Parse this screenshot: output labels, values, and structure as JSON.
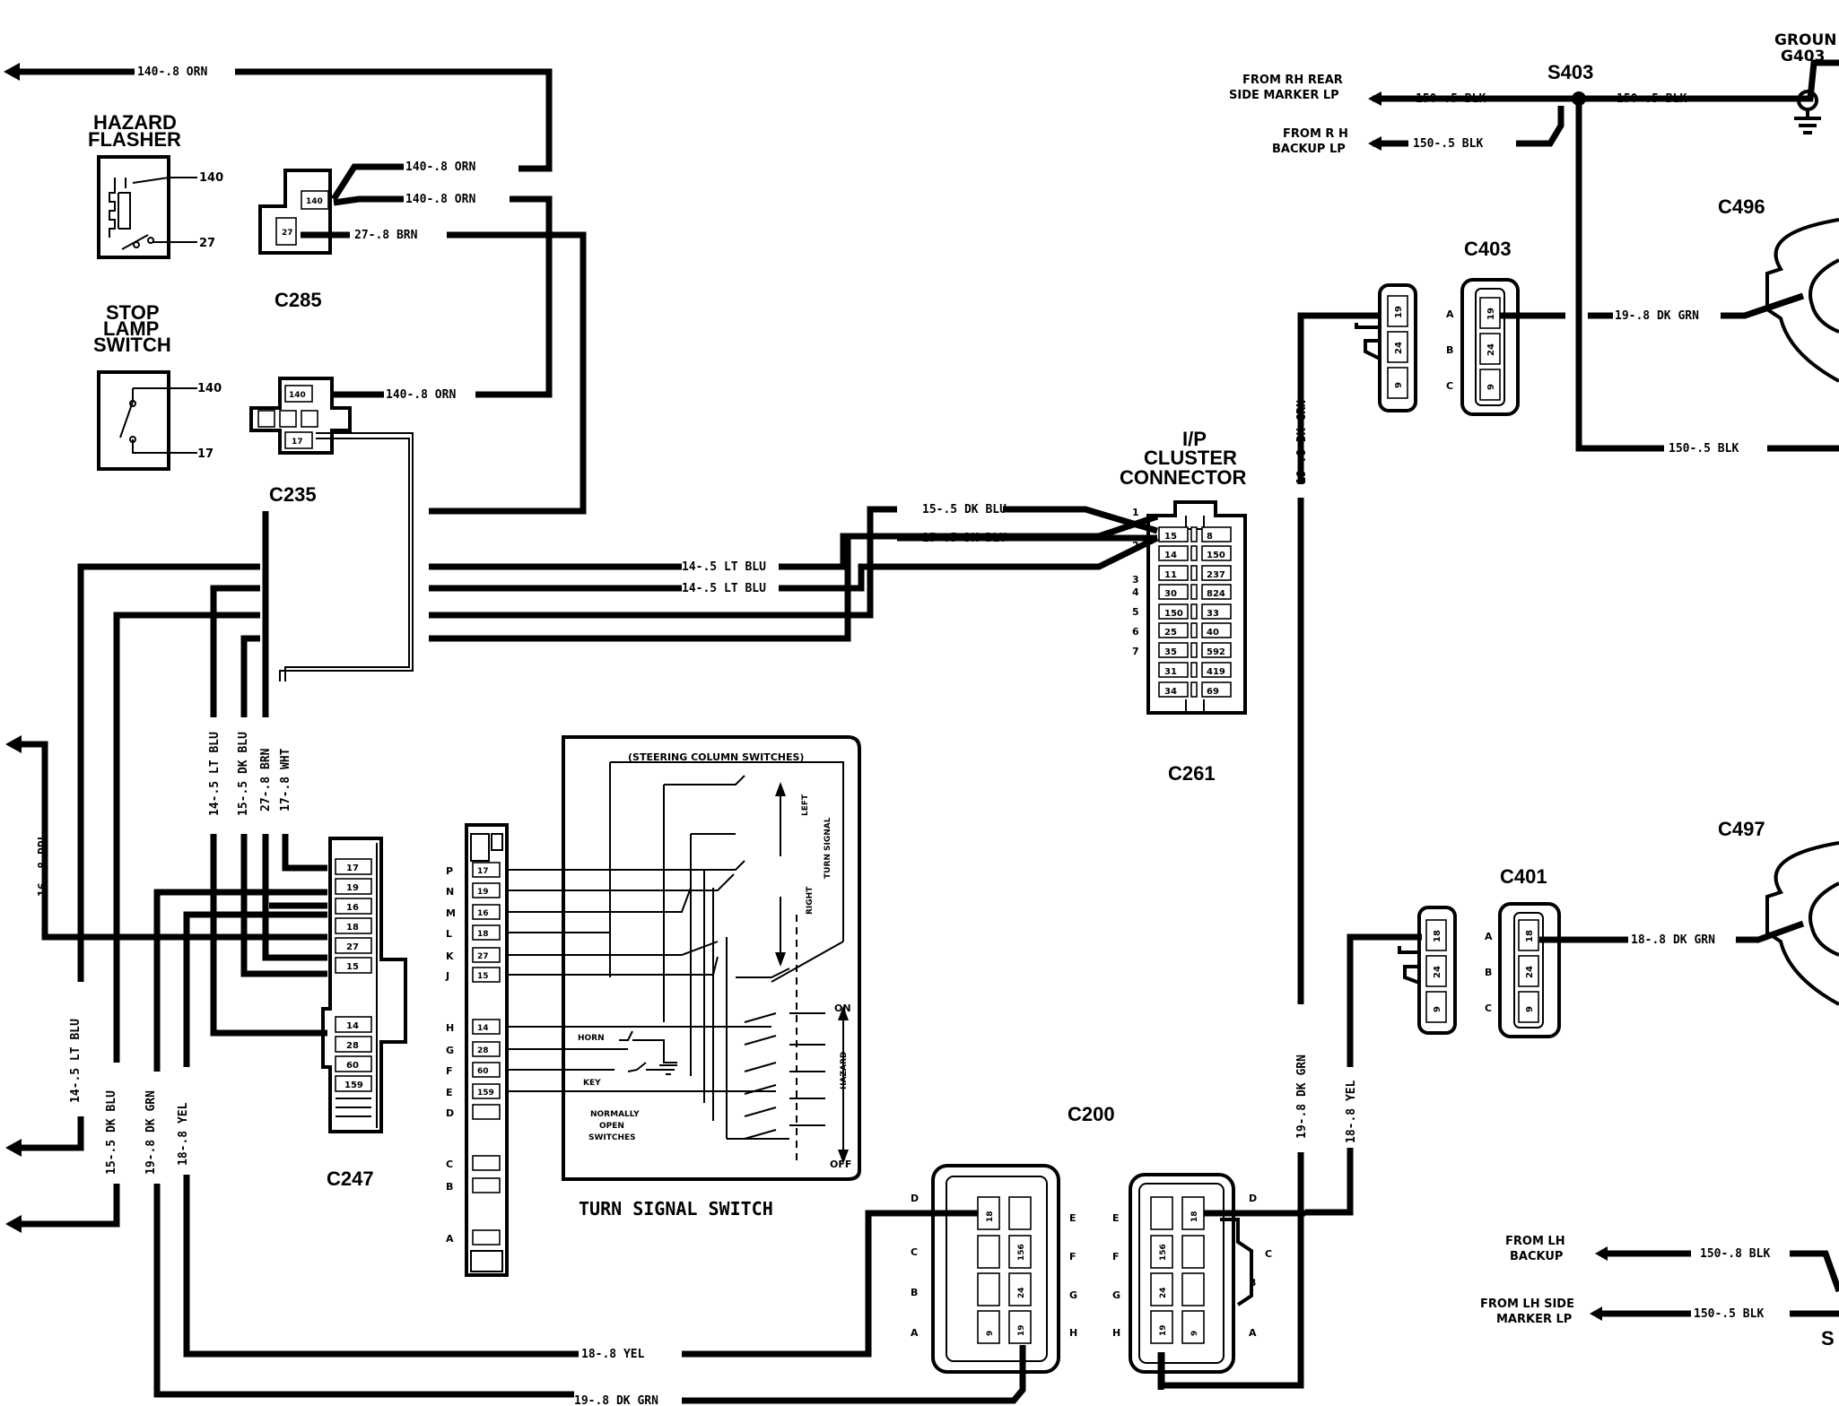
{
  "labels": {
    "hazard_flasher": [
      "HAZARD",
      "FLASHER"
    ],
    "stop_lamp_switch": [
      "STOP",
      "LAMP",
      "SWITCH"
    ],
    "ip_cluster_connector": [
      "I/P",
      "CLUSTER",
      "CONNECTOR"
    ],
    "turn_signal_switch": "TURN SIGNAL SWITCH",
    "steering_column_switches": "(STEERING COLUMN SWITCHES)",
    "normally_open": [
      "NORMALLY",
      "OPEN",
      "SWITCHES"
    ],
    "horn": "HORN",
    "key": "KEY",
    "left": "LEFT",
    "right": "RIGHT",
    "turn_signal": "TURN SIGNAL",
    "hazard": "HAZARD",
    "on": "ON",
    "off": "OFF",
    "ground": [
      "GROUN",
      "G403"
    ],
    "from_rh_rear": [
      "FROM RH REAR",
      "SIDE MARKER LP"
    ],
    "from_rh_backup": [
      "FROM R H",
      "BACKUP LP"
    ],
    "from_lh_backup": [
      "FROM LH",
      "BACKUP"
    ],
    "from_lh_side": [
      "FROM LH SIDE",
      "MARKER LP"
    ]
  },
  "connectors": {
    "c285": "C285",
    "c235": "C235",
    "c247": "C247",
    "c261": "C261",
    "c200": "C200",
    "c403": "C403",
    "c401": "C401",
    "c496": "C496",
    "c497": "C497",
    "s403": "S403",
    "s_bottom": "S"
  },
  "wires": {
    "w140_top": "140-.8 ORN",
    "w140_a": "140-.8 ORN",
    "w140_b": "140-.8 ORN",
    "w27": "27-.8 BRN",
    "w140_c": "140-.8 ORN",
    "w15a": "15-.5 DK BLU",
    "w15b": "15-.5 DK BLU",
    "w14a": "14-.5 LT BLU",
    "w14b": "14-.5 LT BLU",
    "v14": "14-.5 LT BLU",
    "v15": "15-.5 DK BLU",
    "v27": "27-.8 BRN",
    "v17": "17-.8 WHT",
    "v16ppl": "16-.8 PPL",
    "v14b": "14-.5 LT BLU",
    "v15b": "15-.5 DK BLU",
    "v19": "19-.8 DK GRN",
    "v18": "18-.8 YEL",
    "w18yel": "18-.8 YEL",
    "w19grn": "19-.8 DK GRN",
    "w150a": "150-.5 BLK",
    "w150b": "150-.5 BLK",
    "w150c": "150-.5 BLK",
    "w150d": "150-.5 BLK",
    "w19c403": "19-.8 DK GRN",
    "v19r1": "19-.8 DK GRN",
    "v19r2": "19-.8 DK GRN",
    "v18r": "18-.8 YEL",
    "w18c401": "18-.8 DK GRN",
    "w150lh1": "150-.8 BLK",
    "w150lh2": "150-.5 BLK"
  },
  "pins": {
    "flasher": [
      "140",
      "27"
    ],
    "stop": [
      "140",
      "17"
    ],
    "c285": [
      "140",
      "27"
    ],
    "c235": [
      "140",
      "17"
    ],
    "c247": [
      "17",
      "19",
      "16",
      "18",
      "27",
      "15",
      "14",
      "28",
      "60",
      "159"
    ],
    "tss_letters": [
      "P",
      "N",
      "M",
      "L",
      "K",
      "J",
      "H",
      "G",
      "F",
      "E",
      "D",
      "C",
      "B",
      "A"
    ],
    "tss_nums": [
      "17",
      "19",
      "16",
      "18",
      "27",
      "15",
      "14",
      "28",
      "60",
      "159"
    ],
    "c261_rows": [
      "1",
      "2",
      "3",
      "4",
      "5",
      "6",
      "7"
    ],
    "c261_left": [
      "15",
      "14",
      "11",
      "30",
      "150",
      "25",
      "35",
      "31",
      "34"
    ],
    "c261_right": [
      "8",
      "150",
      "237",
      "824",
      "33",
      "40",
      "592",
      "419",
      "69"
    ],
    "c403": [
      "19",
      "24",
      "9"
    ],
    "c403_letters": [
      "A",
      "B",
      "C"
    ],
    "c401": [
      "18",
      "24",
      "9"
    ],
    "c401_letters": [
      "A",
      "B",
      "C"
    ],
    "c200_left_letters": [
      "D",
      "C",
      "B",
      "A"
    ],
    "c200_mid_letters": [
      "E",
      "F",
      "G",
      "H"
    ],
    "c200_mid2_letters": [
      "E",
      "F",
      "G",
      "H"
    ],
    "c200_right_letters": [
      "D",
      "C",
      "B",
      "A"
    ],
    "c200_cells": [
      "18",
      "156",
      "24",
      "19",
      "9"
    ]
  }
}
